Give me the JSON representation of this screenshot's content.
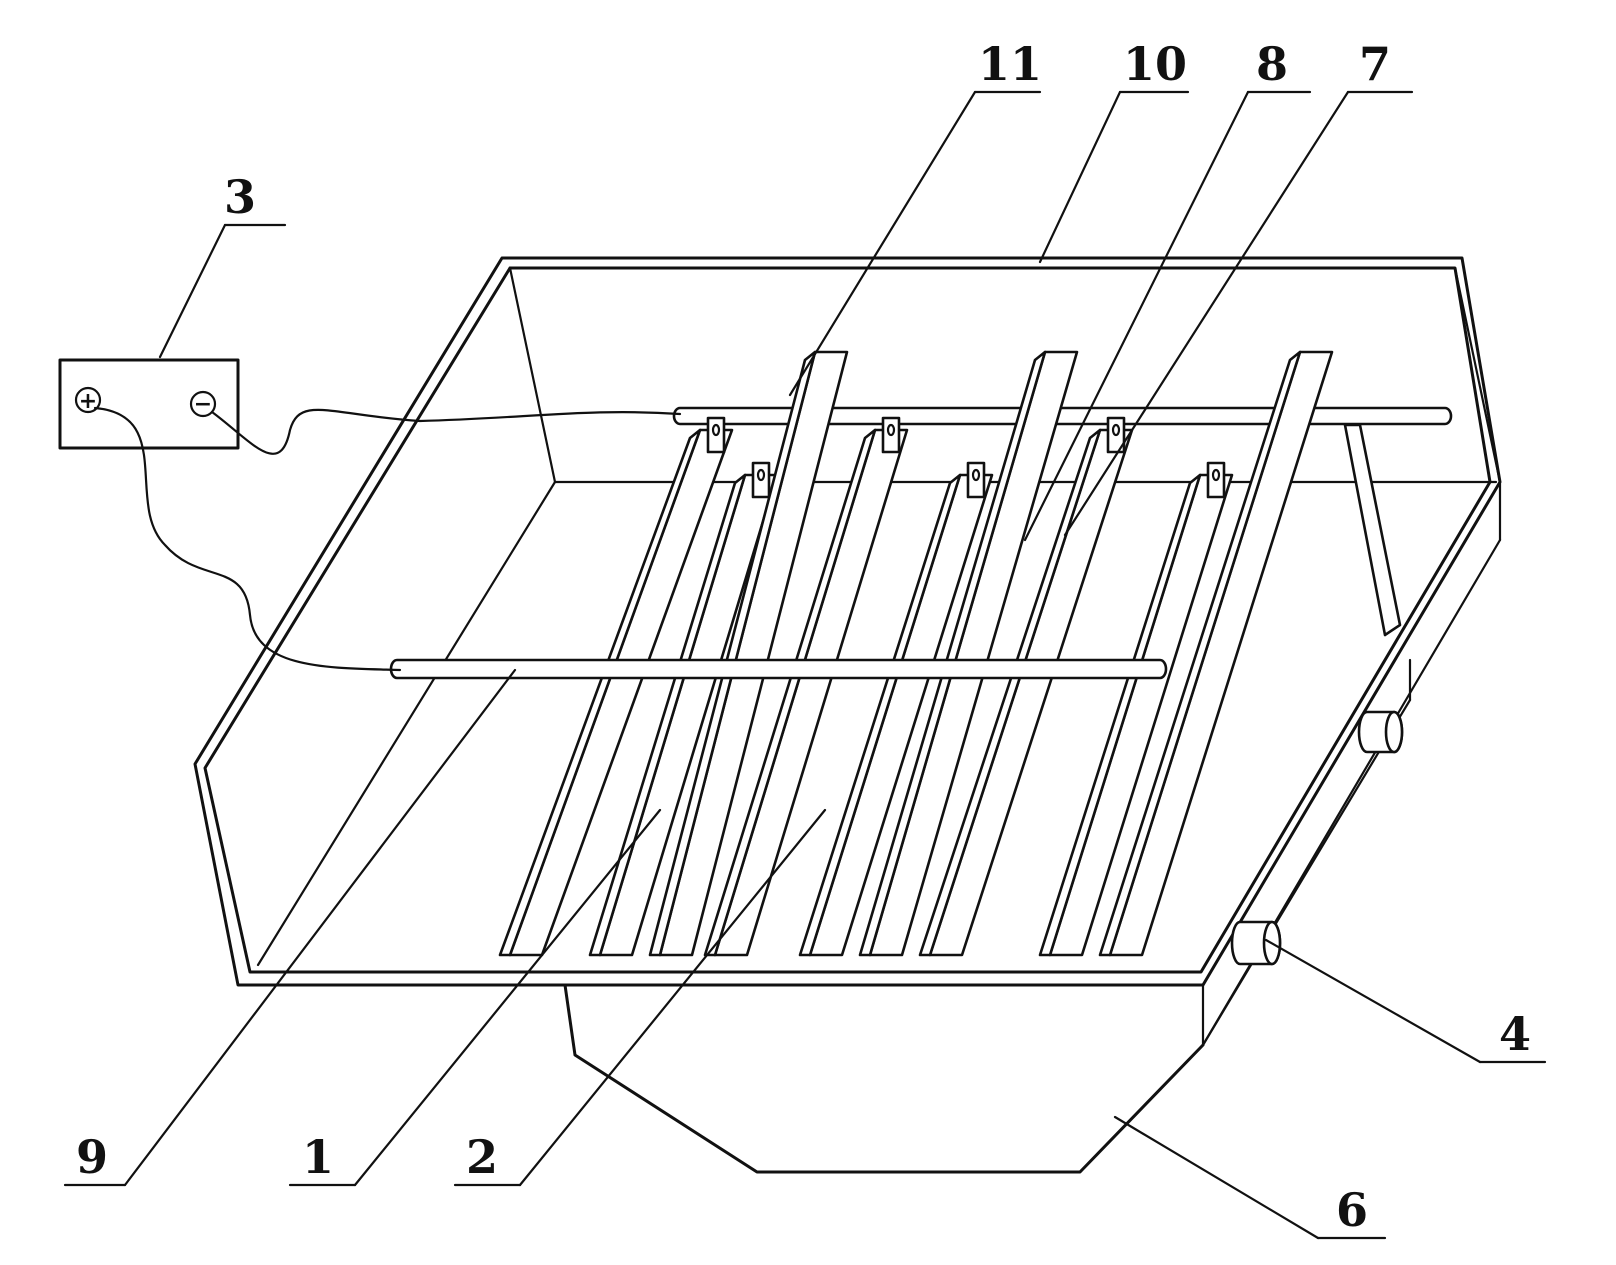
{
  "callouts": [
    {
      "id": "c3",
      "text": "3"
    },
    {
      "id": "c11",
      "text": "11"
    },
    {
      "id": "c10",
      "text": "10"
    },
    {
      "id": "c8",
      "text": "8"
    },
    {
      "id": "c7",
      "text": "7"
    },
    {
      "id": "c4",
      "text": "4"
    },
    {
      "id": "c6",
      "text": "6"
    },
    {
      "id": "c9",
      "text": "9"
    },
    {
      "id": "c1",
      "text": "1"
    },
    {
      "id": "c2",
      "text": "2"
    }
  ],
  "power_supply": {
    "positive_symbol": "+",
    "negative_symbol": "−"
  }
}
